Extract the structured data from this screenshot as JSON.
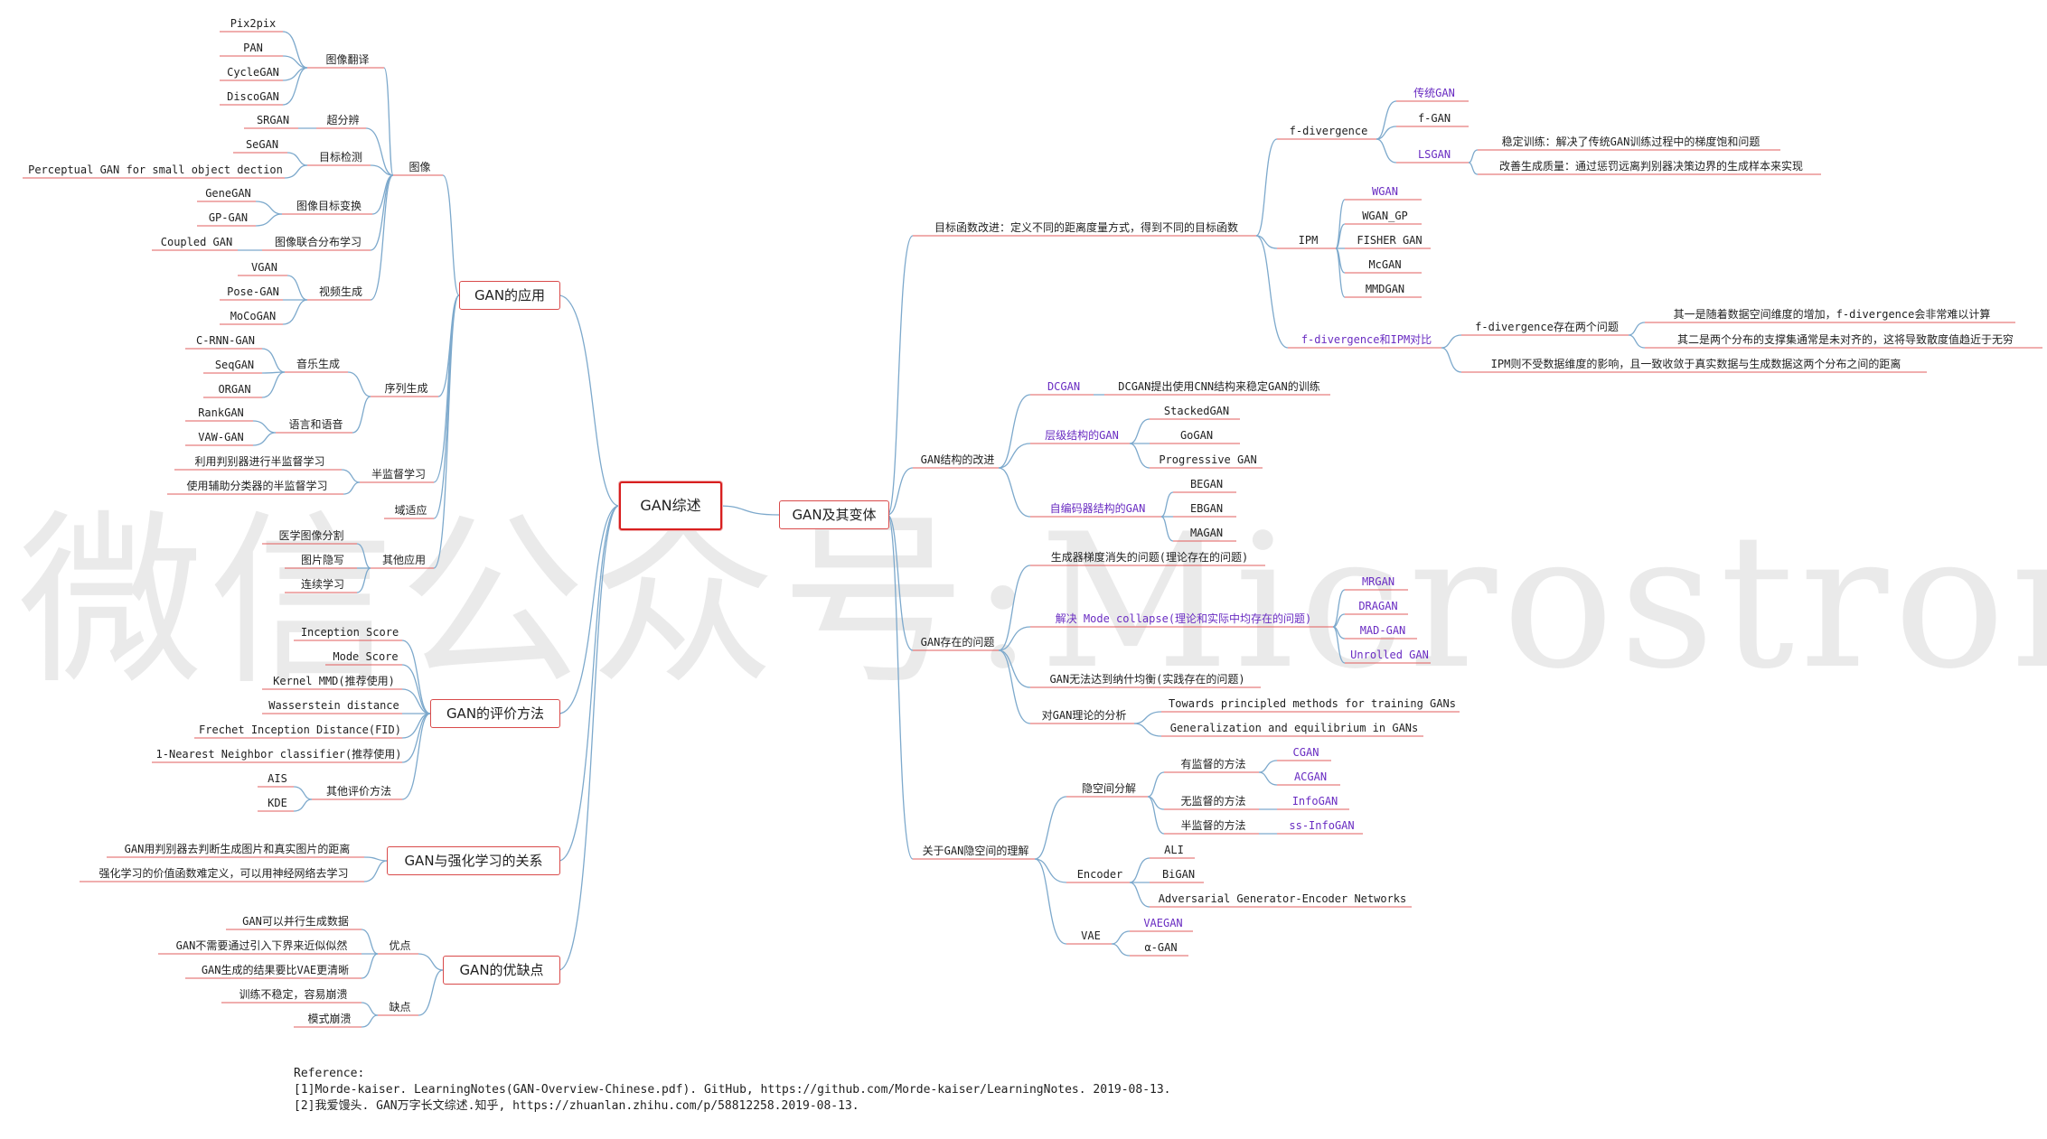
{
  "watermark": "微信公众号:Microstrong",
  "root": "GAN综述",
  "branch": {
    "variants": "GAN及其变体",
    "apps": "GAN的应用",
    "eval": "GAN的评价方法",
    "rl": "GAN与强化学习的关系",
    "proscons": "GAN的优缺点"
  },
  "variants": {
    "objective": "目标函数改进：定义不同的距离度量方式，得到不同的目标函数",
    "fdiv": "f-divergence",
    "trad": "传统GAN",
    "fgan": "f-GAN",
    "lsgan": "LSGAN",
    "lsgan_a": "稳定训练：解决了传统GAN训练过程中的梯度饱和问题",
    "lsgan_b": "改善生成质量：通过惩罚远离判别器决策边界的生成样本来实现",
    "ipm": "IPM",
    "wgan": "WGAN",
    "wgangp": "WGAN_GP",
    "fisher": "FISHER GAN",
    "mcgan": "McGAN",
    "mmdgan": "MMDGAN",
    "compare": "f-divergence和IPM对比",
    "fdiv_two": "f-divergence存在两个问题",
    "fdiv_p1": "其一是随着数据空间维度的增加，f-divergence会非常难以计算",
    "fdiv_p2": "其二是两个分布的支撑集通常是未对齐的，这将导致散度值趋近于无穷",
    "ipm_note": "IPM则不受数据维度的影响，且一致收敛于真实数据与生成数据这两个分布之间的距离",
    "structure": "GAN结构的改进",
    "dcgan": "DCGAN",
    "dcgan_note": "DCGAN提出使用CNN结构来稳定GAN的训练",
    "hier": "层级结构的GAN",
    "stacked": "StackedGAN",
    "gogan": "GoGAN",
    "progressive": "Progressive GAN",
    "autoenc": "自编码器结构的GAN",
    "began": "BEGAN",
    "ebgan": "EBGAN",
    "magan": "MAGAN",
    "problems": "GAN存在的问题",
    "vanish": "生成器梯度消失的问题(理论存在的问题)",
    "collapse": "解决 Mode collapse(理论和实际中均存在的问题)",
    "mrgan": "MRGAN",
    "dragan": "DRAGAN",
    "madgan": "MAD-GAN",
    "unrolled": "Unrolled GAN",
    "nash": "GAN无法达到纳什均衡(实践存在的问题)",
    "theory": "对GAN理论的分析",
    "towards": "Towards principled methods for training GANs",
    "generalization": "Generalization and equilibrium in GANs",
    "latent": "关于GAN隐空间的理解",
    "decomp": "隐空间分解",
    "supervised": "有监督的方法",
    "cgan": "CGAN",
    "acgan": "ACGAN",
    "unsupervised": "无监督的方法",
    "infogan": "InfoGAN",
    "semi": "半监督的方法",
    "ssinfo": "ss-InfoGAN",
    "encoder": "Encoder",
    "ali": "ALI",
    "bigan": "BiGAN",
    "agenc": "Adversarial Generator-Encoder Networks",
    "vae": "VAE",
    "vaegan": "VAEGAN",
    "alphagan": "α-GAN"
  },
  "apps": {
    "image": "图像",
    "translate": "图像翻译",
    "pix2pix": "Pix2pix",
    "pan": "PAN",
    "cyclegan": "CycleGAN",
    "discogan": "DiscoGAN",
    "superres": "超分辨",
    "srgan": "SRGAN",
    "detect": "目标检测",
    "segan": "SeGAN",
    "percep": "Perceptual GAN for small object dection",
    "transform": "图像目标变换",
    "genegan": "GeneGAN",
    "gpgan": "GP-GAN",
    "joint": "图像联合分布学习",
    "coupled": "Coupled GAN",
    "video": "视频生成",
    "vgan": "VGAN",
    "posegan": "Pose-GAN",
    "mocogan": "MoCoGAN",
    "sequence": "序列生成",
    "music": "音乐生成",
    "crnn": "C-RNN-GAN",
    "seqgan": "SeqGAN",
    "organ": "ORGAN",
    "language": "语言和语音",
    "rankgan": "RankGAN",
    "vawgan": "VAW-GAN",
    "semisup": "半监督学习",
    "semi1": "利用判别器进行半监督学习",
    "semi2": "使用辅助分类器的半监督学习",
    "domain": "域适应",
    "other": "其他应用",
    "medical": "医学图像分割",
    "stego": "图片隐写",
    "continual": "连续学习"
  },
  "eval": {
    "is": "Inception Score",
    "ms": "Mode Score",
    "kmmd": "Kernel MMD(推荐使用)",
    "wass": "Wasserstein distance",
    "fid": "Frechet Inception Distance(FID)",
    "nn": "1-Nearest Neighbor classifier(推荐使用)",
    "other": "其他评价方法",
    "ais": "AIS",
    "kde": "KDE"
  },
  "rl": {
    "a": "GAN用判别器去判断生成图片和真实图片的距离",
    "b": "强化学习的价值函数难定义，可以用神经网络去学习"
  },
  "proscons": {
    "pros": "优点",
    "p1": "GAN可以并行生成数据",
    "p2": "GAN不需要通过引入下界来近似似然",
    "p3": "GAN生成的结果要比VAE更清晰",
    "cons": "缺点",
    "c1": "训练不稳定，容易崩溃",
    "c2": "模式崩溃"
  },
  "references": {
    "title": "Reference:",
    "r1": "[1]Morde-kaiser. LearningNotes(GAN-Overview-Chinese.pdf). GitHub, https://github.com/Morde-kaiser/LearningNotes. 2019-08-13.",
    "r2": "[2]我爱馒头. GAN万字长文综述.知乎, https://zhuanlan.zhihu.com/p/58812258.2019-08-13."
  },
  "colors": {
    "edge": "#7da9cc",
    "underline": "#e25c5c",
    "box_border": "#d94a4a",
    "root_border": "#d81f1f",
    "purple_text": "#6a2dc2",
    "watermark": "#dadada"
  }
}
